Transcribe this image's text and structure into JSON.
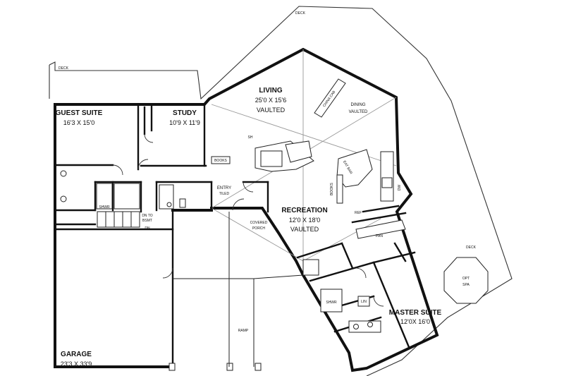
{
  "rooms": {
    "living": {
      "name": "LIVING",
      "dims": "25'0 X 15'6",
      "note": "VAULTED"
    },
    "dining": {
      "name": "DINING",
      "note": "VAULTED"
    },
    "guest_suite": {
      "name": "GUEST SUITE",
      "dims": "16'3 X 15'0"
    },
    "study": {
      "name": "STUDY",
      "dims": "10'9 X 11'9"
    },
    "recreation": {
      "name": "RECREATION",
      "dims": "12'0 X 18'0",
      "note": "VAULTED"
    },
    "master_suite": {
      "name": "MASTER SUITE",
      "dims": "12'0X 16'0"
    },
    "garage": {
      "name": "GARAGE",
      "dims": "23'3 X 33'9"
    },
    "entry": {
      "name": "ENTRY",
      "note": "TILED"
    }
  },
  "labels": {
    "deck_top": "DECK",
    "deck_left": "DECK",
    "deck_right": "DECK",
    "china_cab": "CHINA CAB",
    "books_study": "BOOKS",
    "books_rec": "BOOKS",
    "covered_porch_1": "COVERED",
    "covered_porch_2": "PORCH",
    "ramp": "RAMP",
    "opt_spa_1": "OPT",
    "opt_spa_2": "SPA",
    "pan": "PAN",
    "shwr_guest": "SHWR",
    "shwr_master": "SHWR",
    "dn_to_bsmt_1": "DN TO",
    "dn_to_bsmt_2": "BSMT",
    "dn": "DN",
    "sh": "SH",
    "eat_bar": "EAT BAR",
    "dw": "DW",
    "ref": "REF",
    "lin": "LIN"
  }
}
